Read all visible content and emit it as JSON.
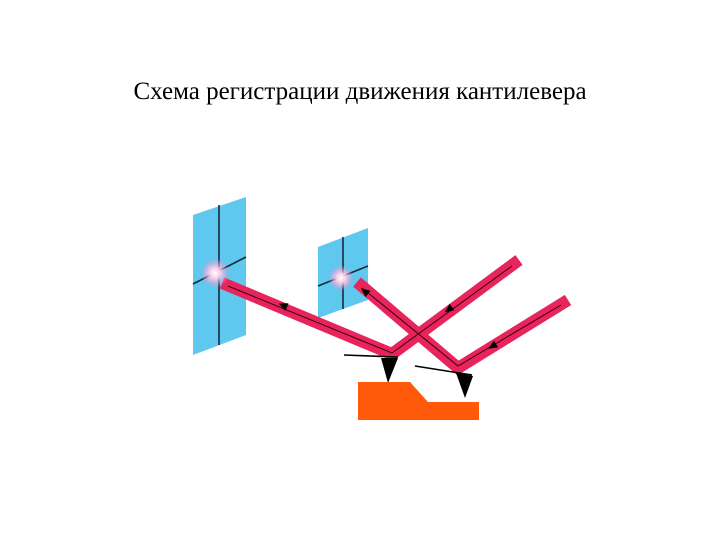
{
  "slide": {
    "title": "Схема регистрации движения кантилевера"
  },
  "colors": {
    "beam": "#e8245c",
    "detector": "#5ec8ef",
    "sample": "#ff5a0a",
    "cantilever": "#000000",
    "spot_glow": "#ff80c0"
  },
  "icons": {
    "arrow": "arrowhead",
    "tip": "pyramid-tip"
  }
}
